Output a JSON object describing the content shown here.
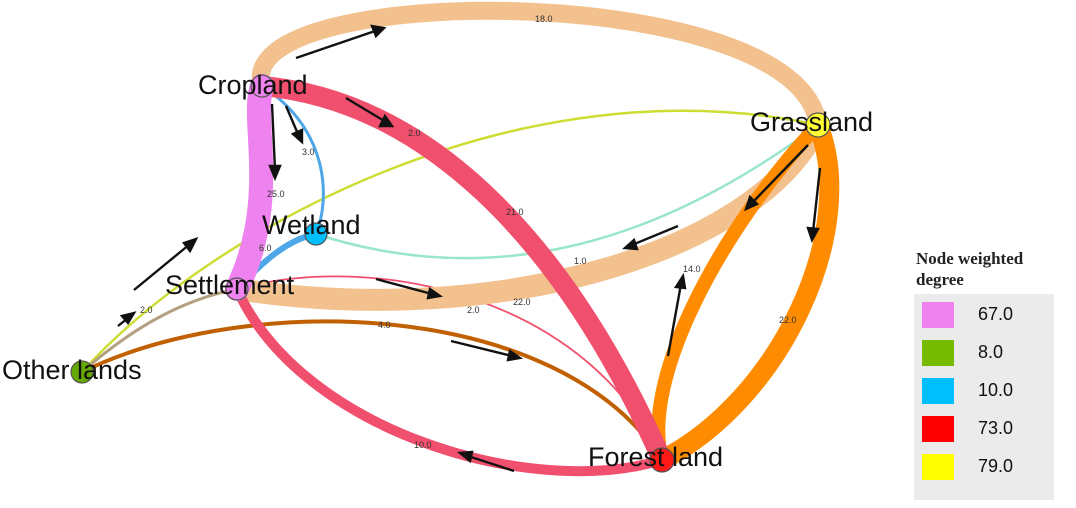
{
  "nodes": [
    {
      "id": "cropland",
      "label": "Cropland",
      "color": "#ee82ee"
    },
    {
      "id": "grassland",
      "label": "Grassland",
      "color": "#ffff33"
    },
    {
      "id": "wetland",
      "label": "Wetland",
      "color": "#00bfff"
    },
    {
      "id": "settlement",
      "label": "Settlement",
      "color": "#ee82ee"
    },
    {
      "id": "other_lands",
      "label": "Other lands",
      "color": "#66aa00"
    },
    {
      "id": "forest_land",
      "label": "Forest land",
      "color": "#ff1a1a"
    }
  ],
  "edges": [
    {
      "from": "Cropland",
      "to": "Grassland",
      "label": "18.0",
      "color": "#f2c18e"
    },
    {
      "from": "Cropland",
      "to": "Forest land",
      "label": "21.0",
      "color": "#f0506e"
    },
    {
      "from": "Cropland",
      "to": "Settlement",
      "label": "25.0",
      "color": "#ee82ee"
    },
    {
      "from": "Cropland",
      "to": "Wetland",
      "label": "3.0",
      "color": "#4da6e8"
    },
    {
      "from": "Other lands",
      "to": "Grassland",
      "label": "2.0",
      "color": "#ccdd33"
    },
    {
      "from": "Wetland",
      "to": "Settlement",
      "label": "6.0",
      "color": "#4da6e8"
    },
    {
      "from": "Other lands",
      "to": "Settlement",
      "label": "2.0",
      "color": "#b3a080"
    },
    {
      "from": "Grassland",
      "to": "Wetland",
      "label": "1.0",
      "color": "#99e6c8"
    },
    {
      "from": "Grassland",
      "to": "Settlement",
      "label": "22.0",
      "color": "#f2c18e"
    },
    {
      "from": "Grassland",
      "to": "Forest land",
      "label": "22.0",
      "color": "#ff8c00"
    },
    {
      "from": "Forest land",
      "to": "Grassland",
      "label": "14.0",
      "color": "#ff8c00"
    },
    {
      "from": "Settlement",
      "to": "Forest land",
      "label": "2.0",
      "color": "#f0506e"
    },
    {
      "from": "Other lands",
      "to": "Forest land",
      "label": "4.0",
      "color": "#c06000"
    },
    {
      "from": "Forest land",
      "to": "Settlement",
      "label": "10.0",
      "color": "#f0506e"
    }
  ],
  "legend": {
    "title": "Node weighted degree",
    "items": [
      {
        "value": "67.0",
        "color": "#ee82ee"
      },
      {
        "value": "8.0",
        "color": "#77bb00"
      },
      {
        "value": "10.0",
        "color": "#00bfff"
      },
      {
        "value": "73.0",
        "color": "#ff0000"
      },
      {
        "value": "79.0",
        "color": "#ffff00"
      }
    ]
  }
}
